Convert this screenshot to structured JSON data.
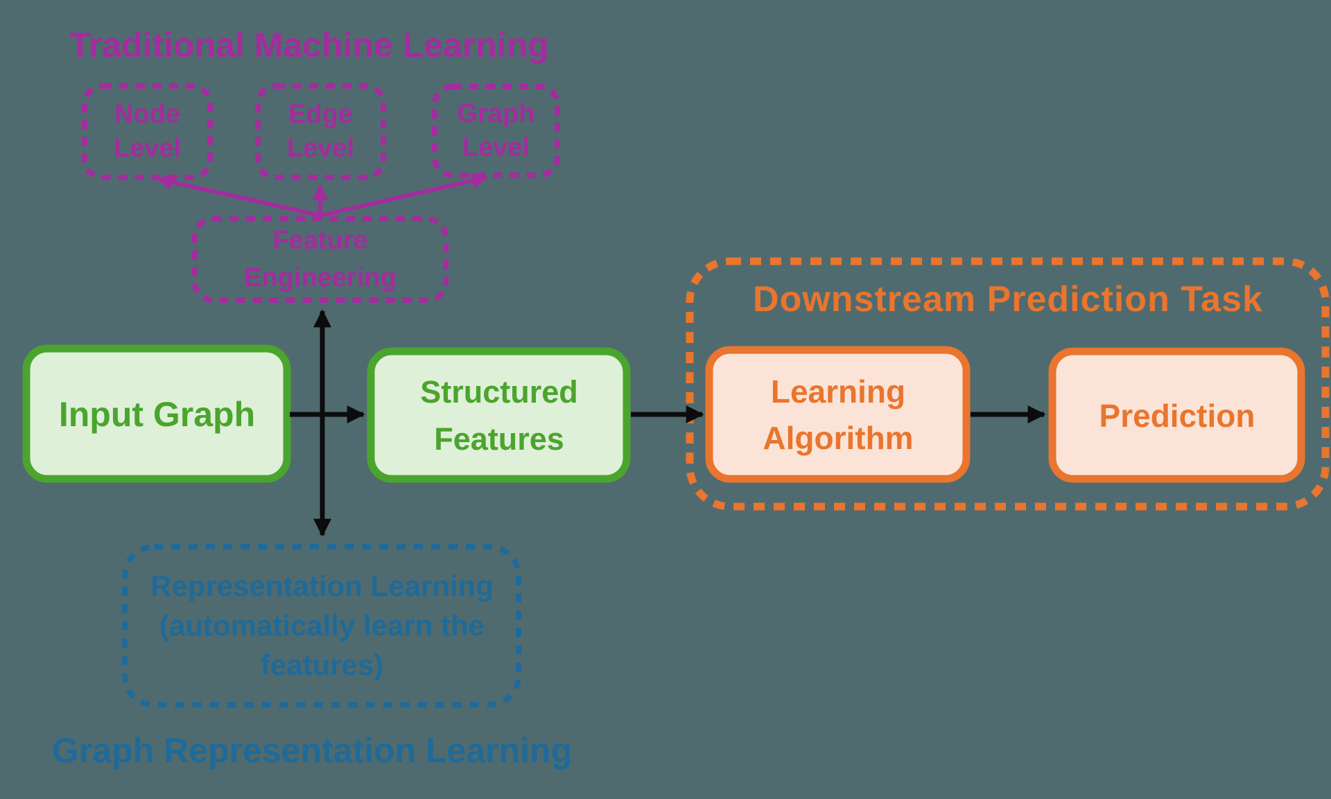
{
  "colors": {
    "background": "#4F6B70",
    "magenta": "#A52B9E",
    "green": "#4BA42E",
    "green_fill": "#DFF0D8",
    "orange": "#E9752E",
    "orange_fill": "#FBE4D7",
    "blue": "#1F6A98",
    "arrow_black": "#0C0C0C"
  },
  "sections": {
    "traditional": {
      "title": "Traditional Machine Learning",
      "node_level": "Node\nLevel",
      "edge_level": "Edge\nLevel",
      "graph_level": "Graph\nLevel",
      "feature_engineering": "Feature\nEngineering"
    },
    "pipeline": {
      "input_graph": "Input Graph",
      "structured_features": "Structured\nFeatures"
    },
    "downstream": {
      "title": "Downstream Prediction Task",
      "learning_algorithm": "Learning\nAlgorithm",
      "prediction": "Prediction"
    },
    "representation": {
      "box_text": "Representation Learning\n(automatically learn the\nfeatures)",
      "title": "Graph Representation Learning"
    }
  }
}
